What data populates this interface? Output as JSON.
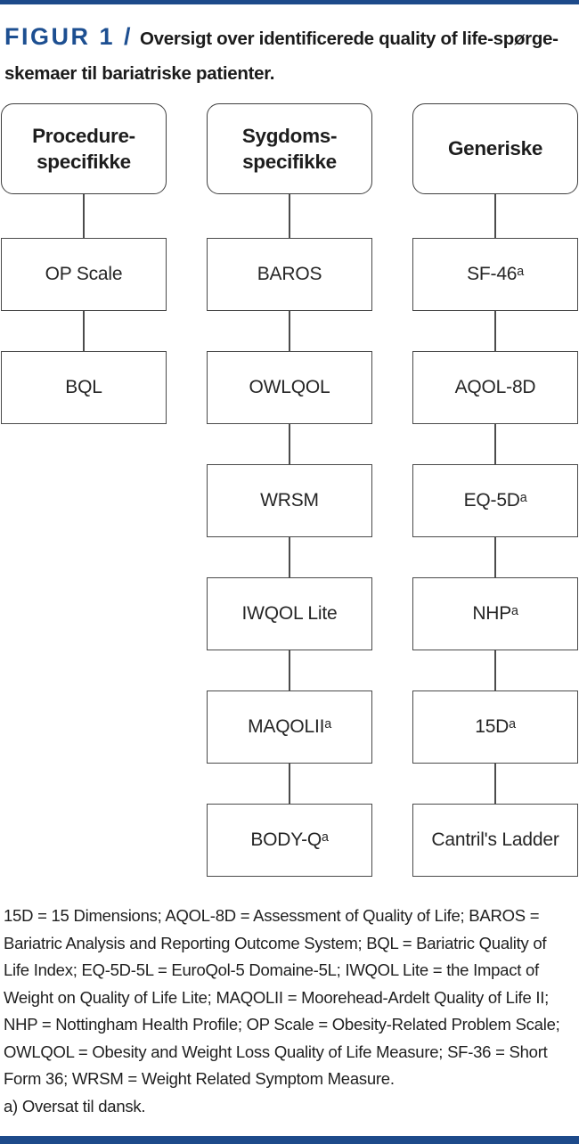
{
  "figure": {
    "label": "FIGUR 1 /",
    "title_lines": [
      "Oversigt over identificerede quality of life-spørge-",
      "skemaer til bariatriske patienter."
    ]
  },
  "columns": [
    {
      "header": "Procedure-\nspecifikke",
      "items": [
        "OP Scale",
        "BQL"
      ]
    },
    {
      "header": "Sygdoms-\nspecifikke",
      "items": [
        "BAROS",
        "OWLQOL",
        "WRSM",
        "IWQOL Lite",
        "MAQOLIIᵃ",
        "BODY-Qᵃ"
      ]
    },
    {
      "header": "Generiske",
      "items": [
        "SF-46ᵃ",
        "AQOL-8D",
        "EQ-5Dᵃ",
        "NHPᵃ",
        "15Dᵃ",
        "Cantril's Ladder"
      ]
    }
  ],
  "footnote": {
    "lines": [
      "15D = 15 Dimensions; AQOL-8D = Assessment of Quality of Life; BAROS =",
      "Bariatric Analysis and Reporting Outcome System; BQL = Bariatric Quality of",
      "Life Index; EQ-5D-5L = EuroQol-5 Domaine-5L; IWQOL Lite = the Impact of",
      "Weight on Quality of Life Lite; MAQOLII = Moorehead-Ardelt Quality of Life II;",
      "NHP = Nottingham Health Profile; OP Scale = Obesity-Related Problem Scale;",
      "OWLQOL = Obesity and Weight Loss Quality of Life Measure; SF-36 = Short",
      "Form 36; WRSM = Weight Related Symptom Measure.",
      "a) Oversat til dansk."
    ]
  },
  "colors": {
    "accent_blue": "#1d4f91",
    "bar_navy": "#1d4a8a",
    "box_border": "#4a4a4a"
  }
}
